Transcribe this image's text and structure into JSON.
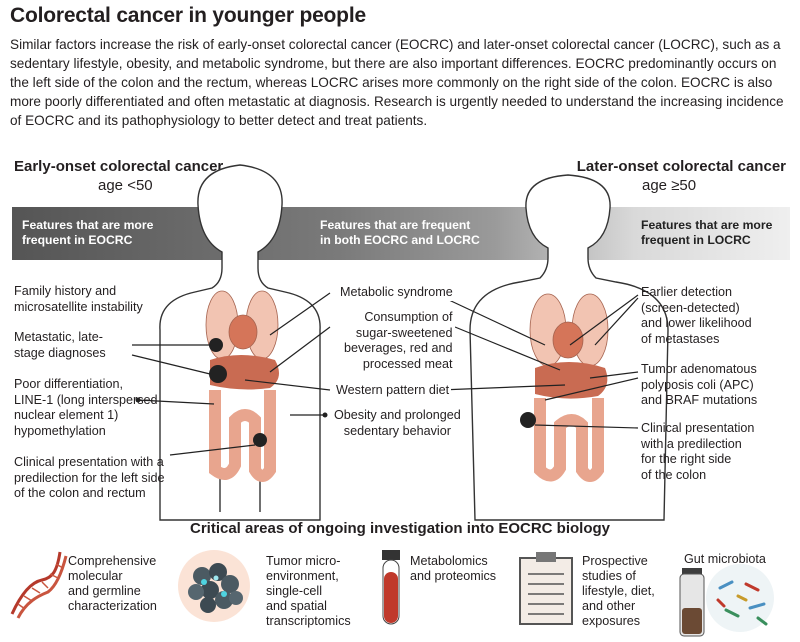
{
  "title": "Colorectal cancer in younger people",
  "intro": "Similar factors increase the risk of early-onset colorectal cancer (EOCRC) and later-onset colorectal cancer (LOCRC), such as a sedentary lifestyle, obesity, and metabolic syndrome, but there are also important differences. EOCRC predominantly occurs on the left side of the colon and the rectum, whereas LOCRC arises more commonly on the right side of the colon. EOCRC is also more poorly differentiated and often metastatic at diagnosis. Research is urgently needed to understand the increasing incidence of EOCRC and its pathophysiology to better detect and treat patients.",
  "early": {
    "heading": "Early-onset colorectal cancer",
    "age": "age <50"
  },
  "later": {
    "heading": "Later-onset colorectal cancer",
    "age": "age ≥50"
  },
  "band": {
    "left": [
      "Features that are more",
      "frequent in EOCRC"
    ],
    "middle": [
      "Features that are frequent",
      "in both EOCRC and LOCRC"
    ],
    "right": [
      "Features that are more",
      "frequent in LOCRC"
    ]
  },
  "eocrc_features": [
    [
      "Family history and",
      "microsatellite instability"
    ],
    [
      "Metastatic, late-",
      "stage diagnoses"
    ],
    [
      "Poor differentiation,",
      "LINE-1 (long interspersed",
      "nuclear element 1)",
      "hypomethylation"
    ],
    [
      "Clinical presentation with a",
      "predilection for the left side",
      "of the colon and rectum"
    ]
  ],
  "shared_features": [
    [
      "Metabolic syndrome"
    ],
    [
      "Consumption of",
      "sugar-sweetened",
      "beverages, red and",
      "processed meat"
    ],
    [
      "Western pattern diet"
    ],
    [
      "Obesity and prolonged",
      "sedentary behavior"
    ]
  ],
  "locrc_features": [
    [
      "Earlier detection",
      "(screen-detected)",
      "and lower likelihood",
      "of metastases"
    ],
    [
      "Tumor adenomatous",
      "polyposis coli (APC)",
      "and BRAF mutations"
    ],
    [
      "Clinical presentation",
      "with a predilection",
      "for the right side",
      "of the colon"
    ]
  ],
  "bottom": {
    "title": "Critical areas of ongoing investigation into EOCRC biology",
    "items": [
      {
        "lines": [
          "Comprehensive",
          "molecular",
          "and germline",
          "characterization"
        ],
        "icon": "dna-helix-icon"
      },
      {
        "lines": [
          "Tumor micro-",
          "environment,",
          "single-cell",
          "and spatial",
          "transcriptomics"
        ],
        "icon": "cell-cluster-icon"
      },
      {
        "lines": [
          "Metabolomics",
          "and proteomics"
        ],
        "icon": "blood-tube-icon"
      },
      {
        "lines": [
          "Prospective",
          "studies of",
          "lifestyle, diet,",
          "and other",
          "exposures"
        ],
        "icon": "clipboard-icon"
      },
      {
        "lines": [
          "Gut microbiota"
        ],
        "icon": "microbiota-jar-icon"
      }
    ]
  },
  "colors": {
    "band_dark": "#555555",
    "band_mid": "#8a8a8a",
    "band_light": "#d6d6d6",
    "organ_pink": "#e8a58e",
    "organ_dark": "#c96b52",
    "skin": "#ffffff"
  }
}
